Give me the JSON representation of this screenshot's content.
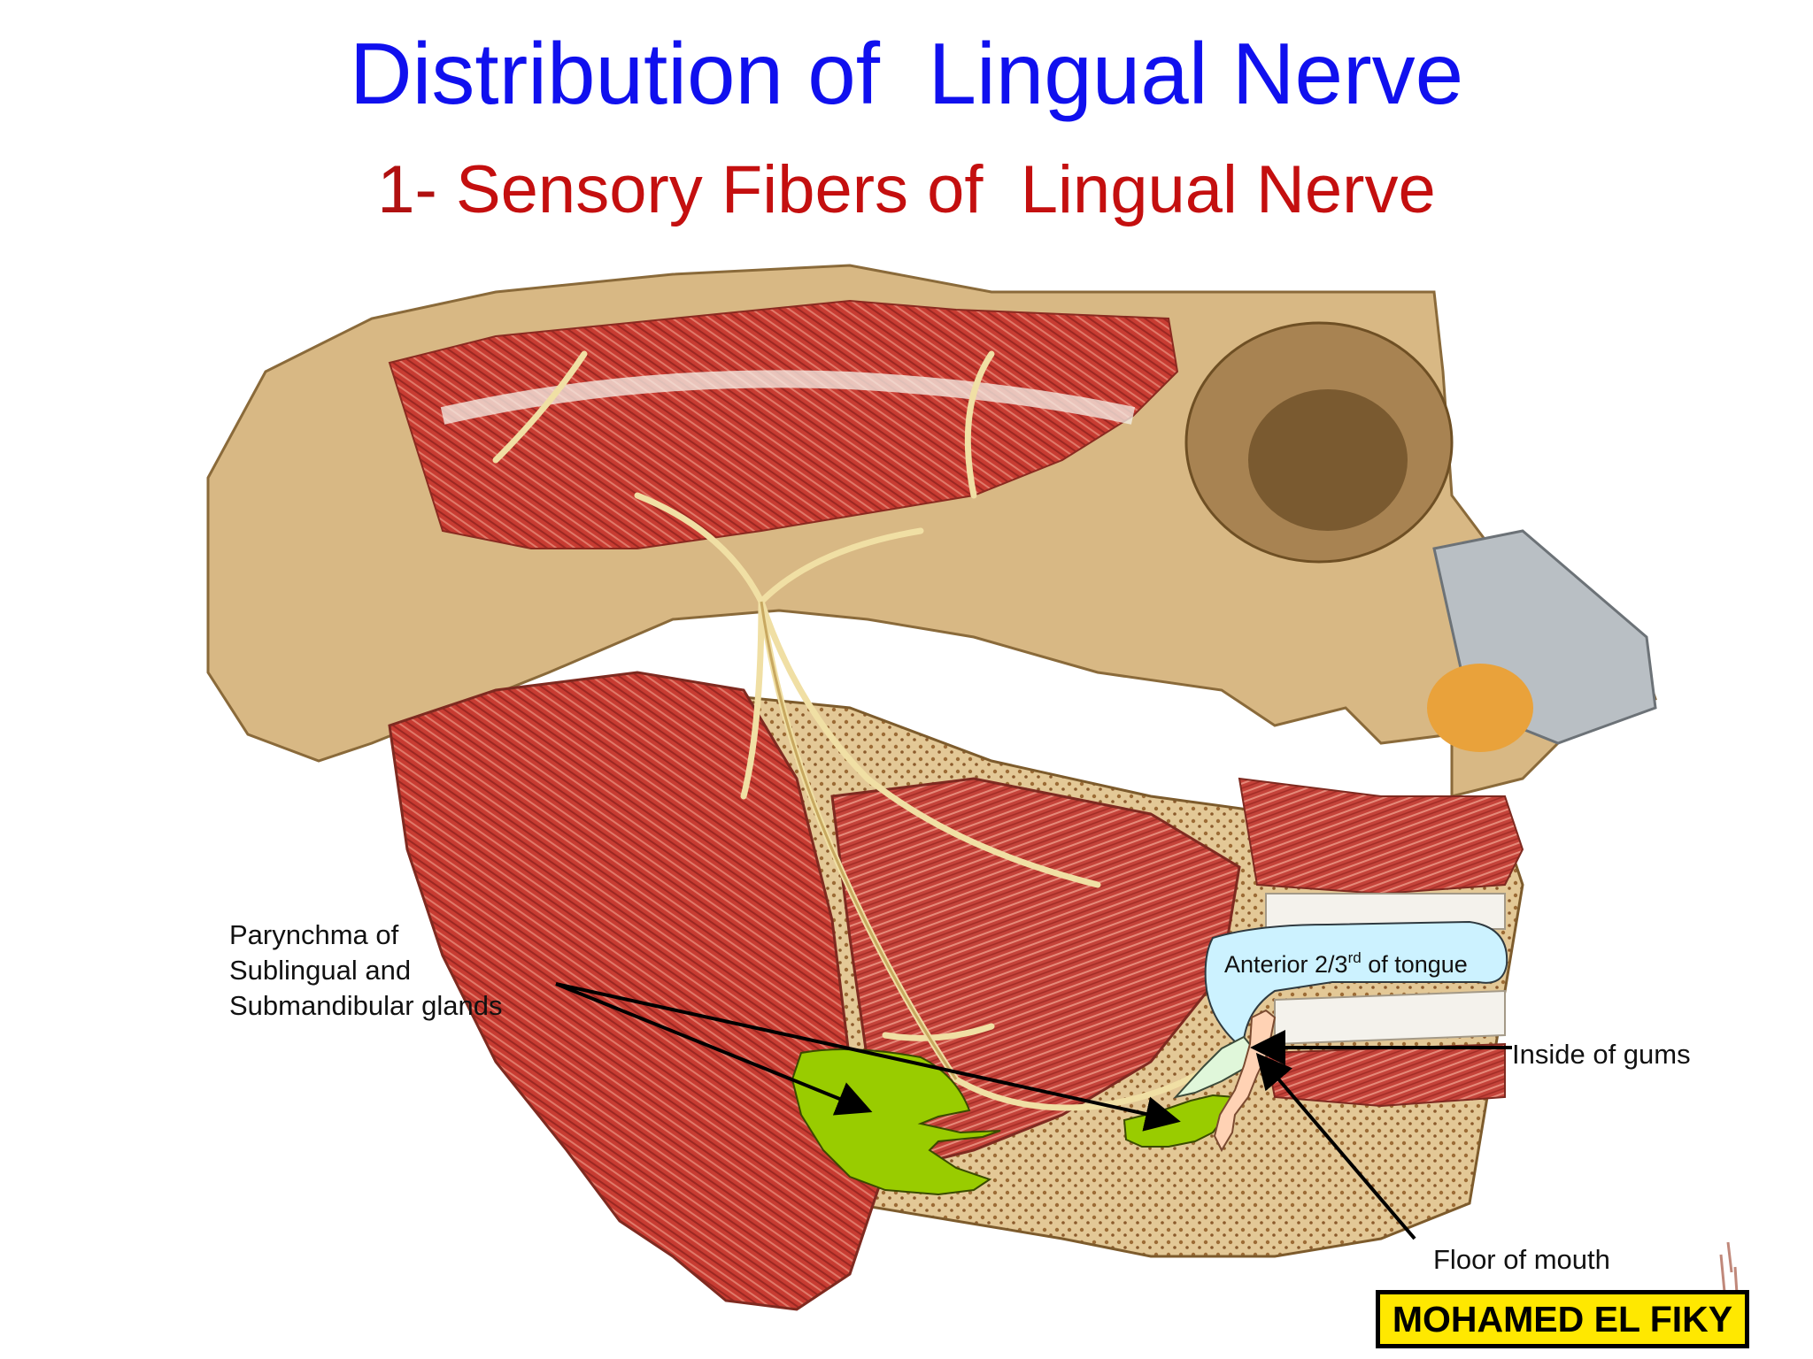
{
  "slide": {
    "title": "Distribution of  Lingual Nerve",
    "subtitle_number": "1-",
    "subtitle_text": "Sensory Fibers of  Lingual Nerve"
  },
  "labels": {
    "glands_line1": "Parynchma of",
    "glands_line2": "Sublingual and",
    "glands_line3": "Submandibular glands",
    "tongue_main": "Anterior 2/3",
    "tongue_sup": "rd",
    "tongue_rest": " of tongue",
    "gums": "Inside of gums",
    "floor": "Floor of mouth"
  },
  "watermark": {
    "text": "MOHAMED EL FIKY"
  },
  "colors": {
    "title": "#1010ee",
    "subtitle": "#c40f0f",
    "gland_highlight": "#99cc00",
    "tongue_highlight": "#ccf2ff",
    "gums_highlight": "#ffd2b4",
    "floor_highlight": "#e0f7da",
    "watermark_bg": "#ffe800"
  }
}
